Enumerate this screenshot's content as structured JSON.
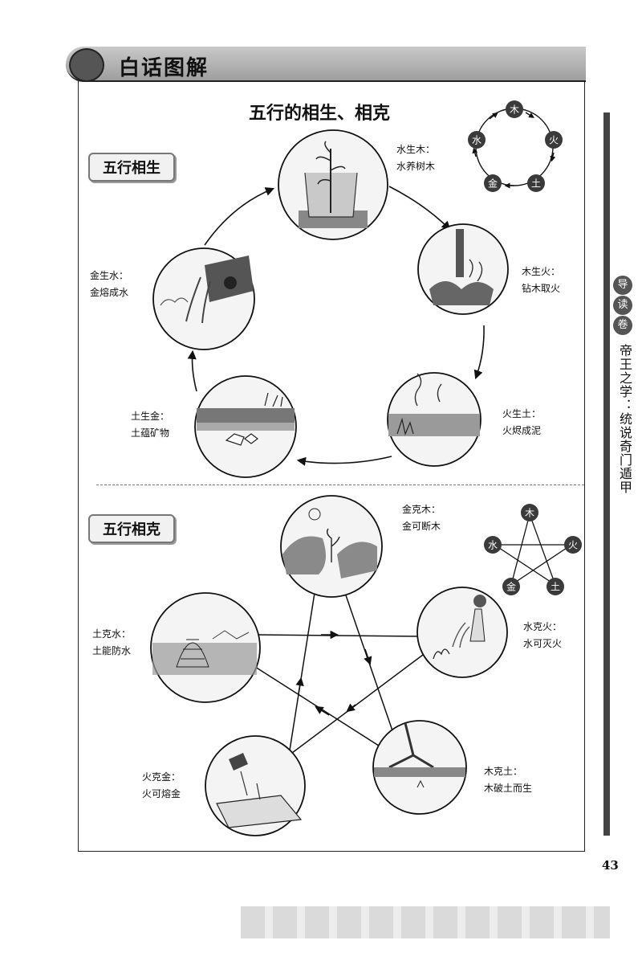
{
  "header": {
    "title": "白话图解"
  },
  "main_title": "五行的相生、相克",
  "sheng": {
    "label": "五行相生",
    "items": [
      {
        "title": "水生木：",
        "desc": "水养树木"
      },
      {
        "title": "木生火：",
        "desc": "钻木取火"
      },
      {
        "title": "火生土：",
        "desc": "火烬成泥"
      },
      {
        "title": "土生金：",
        "desc": "土蕴矿物"
      },
      {
        "title": "金生水：",
        "desc": "金熔成水"
      }
    ]
  },
  "ke": {
    "label": "五行相克",
    "items": [
      {
        "title": "金克木：",
        "desc": "金可断木"
      },
      {
        "title": "水克火：",
        "desc": "水可灭火"
      },
      {
        "title": "木克土：",
        "desc": "木破土而生"
      },
      {
        "title": "火克金：",
        "desc": "火可熔金"
      },
      {
        "title": "土克水：",
        "desc": "土能防水"
      }
    ]
  },
  "elements": {
    "wood": "木",
    "fire": "火",
    "earth": "土",
    "metal": "金",
    "water": "水"
  },
  "side": {
    "badges": [
      "导",
      "读",
      "卷"
    ],
    "text": "帝王之学：统说奇门遁甲"
  },
  "page_number": "43",
  "colors": {
    "accent": "#222222",
    "panel_gray": "#9e9e9e"
  }
}
